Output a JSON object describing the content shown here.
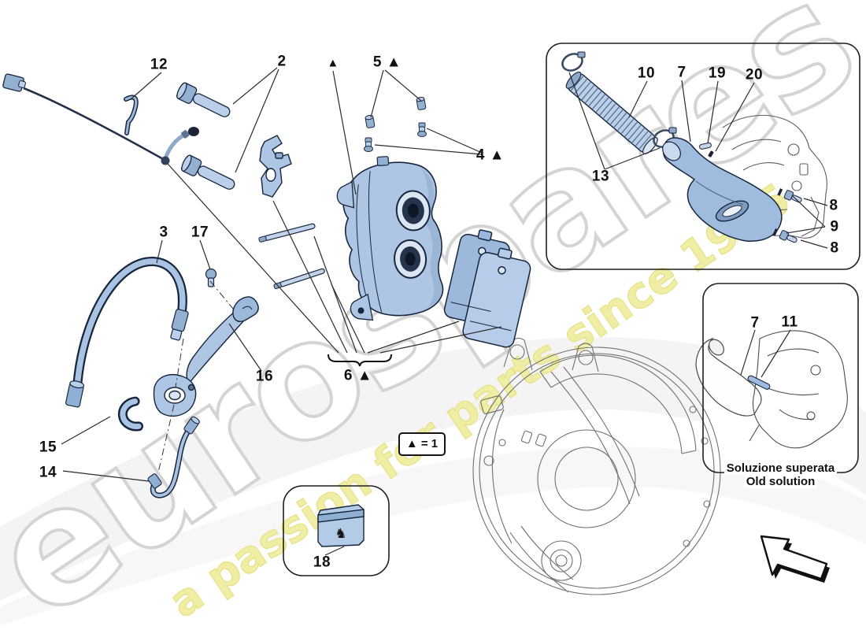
{
  "watermark": {
    "brand": "eurospares",
    "tagline": "a passion for parts since 1985",
    "brand_color": "#ffffff",
    "brand_outline": "#d4d4d4",
    "tagline_color": "#f0eda1"
  },
  "legend": {
    "text": "▲ = 1"
  },
  "notes": {
    "old_solution_it": "Soluzione superata",
    "old_solution_en": "Old solution"
  },
  "icons": {
    "ferrari_horse": "♞",
    "triangle": "▲",
    "direction_arrow": "up-left-arrow"
  },
  "colors": {
    "part_fill": "#aec6e3",
    "part_fill_light": "#bccfe9",
    "part_fill_mid": "#93b0d3",
    "outline": "#17263e",
    "lineart": "#6e6e6e",
    "leader": "#2b2b2b"
  },
  "callouts": [
    {
      "id": "12",
      "text": "12"
    },
    {
      "id": "2",
      "text": "2"
    },
    {
      "id": "triangle-caliper",
      "text": "▲"
    },
    {
      "id": "5",
      "text": "5 ▲"
    },
    {
      "id": "4",
      "text": "4 ▲"
    },
    {
      "id": "10",
      "text": "10"
    },
    {
      "id": "7",
      "text": "7"
    },
    {
      "id": "19",
      "text": "19"
    },
    {
      "id": "20",
      "text": "20"
    },
    {
      "id": "13",
      "text": "13"
    },
    {
      "id": "8a",
      "text": "8"
    },
    {
      "id": "9",
      "text": "9"
    },
    {
      "id": "8b",
      "text": "8"
    },
    {
      "id": "3",
      "text": "3"
    },
    {
      "id": "17",
      "text": "17"
    },
    {
      "id": "16",
      "text": "16"
    },
    {
      "id": "15",
      "text": "15"
    },
    {
      "id": "14",
      "text": "14"
    },
    {
      "id": "6",
      "text": "6 ▲"
    },
    {
      "id": "18",
      "text": "18"
    },
    {
      "id": "7-old",
      "text": "7"
    },
    {
      "id": "11-old",
      "text": "11"
    }
  ]
}
